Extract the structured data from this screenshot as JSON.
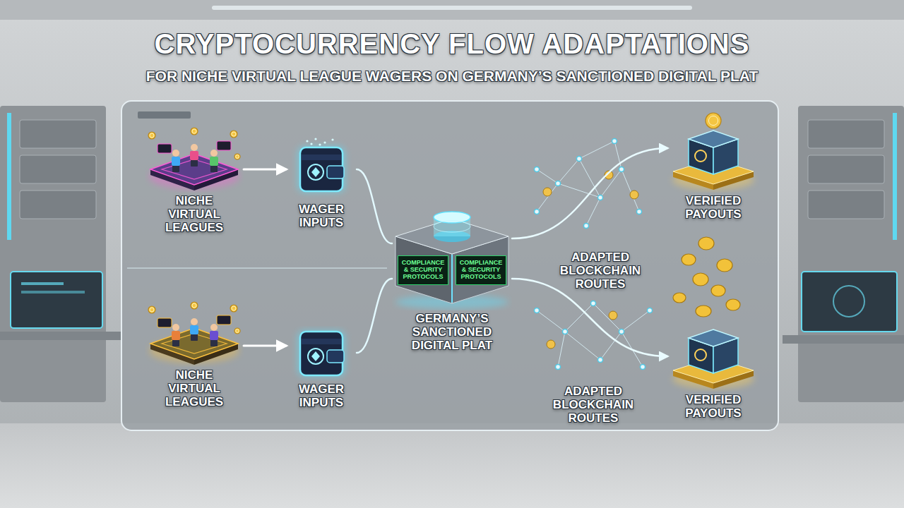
{
  "diagram": {
    "title": "CRYPTOCURRENCY FLOW ADAPTATIONS",
    "nodes": [
      {
        "text": [
          "NICHE VIRTUAL LEAGUES"
        ]
      },
      {
        "text": [
          "WAGER INPUTS"
        ]
      },
      {
        "text": [
          "NICHE VIRTUAL LEAGUES"
        ]
      },
      {
        "text": [
          "WAGER INPUTS"
        ]
      },
      {
        "text": [
          "COMPLIANCE & SECURITY PROTOCOLS",
          "COMPLIANCE & SECURITY PROTOCOLS",
          "GERMANY’S SANCTIONED DIGITAL PLAT"
        ]
      },
      {
        "text": [
          "VERIFIED PAYOUTS"
        ]
      },
      {
        "text": [
          "VERIFIED PAYOUTS"
        ]
      }
    ],
    "edges": [
      {
        "from": 0,
        "to": 1,
        "arrow": "to"
      },
      {
        "from": 2,
        "to": 3,
        "arrow": "to"
      },
      {
        "from": 1,
        "to": 4,
        "arrow": "none"
      },
      {
        "from": 3,
        "to": 4,
        "arrow": "none"
      },
      {
        "from": 4,
        "to": 5,
        "label": "ADAPTED BLOCKCHAIN ROUTES",
        "arrow": "to"
      },
      {
        "from": 4,
        "to": 6,
        "label": "ADAPTED BLOCKCHAIN ROUTES",
        "arrow": "to"
      }
    ],
    "labels": [
      "FOR NICHE VIRTUAL LEAGUE WAGERS ON GERMANY’S SANCTIONED DIGITAL PLAT"
    ]
  }
}
